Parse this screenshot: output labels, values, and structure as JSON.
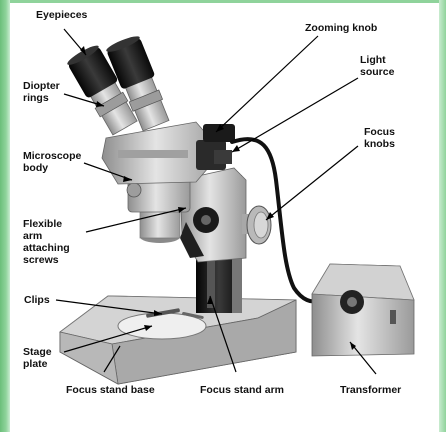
{
  "colors": {
    "frame": "#8fd39b",
    "metal": "#c4c4c4",
    "dark": "#1e1e1e",
    "leader": "#000000"
  },
  "labels": {
    "eyepieces": "Eyepieces",
    "zooming_knob": "Zooming knob",
    "light_source": "Light\nsource",
    "diopter_rings": "Diopter\nrings",
    "focus_knobs": "Focus\nknobs",
    "microscope_body": "Microscope\nbody",
    "flexible_arm": "Flexible\narm\nattaching\nscrews",
    "clips": "Clips",
    "stage_plate": "Stage\nplate",
    "focus_stand_base": "Focus stand base",
    "focus_stand_arm": "Focus stand arm",
    "transformer": "Transformer"
  }
}
